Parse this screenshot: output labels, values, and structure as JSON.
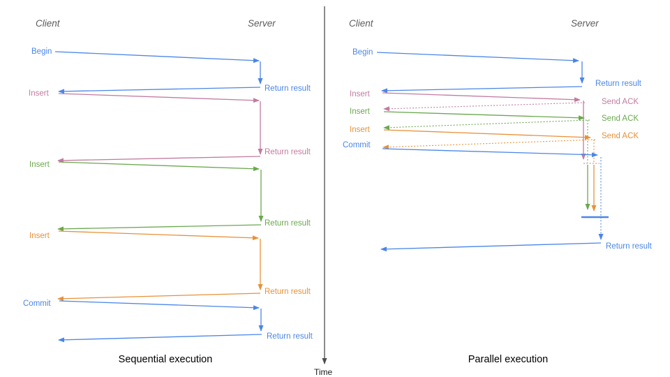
{
  "colors": {
    "blue": "#4a86e8",
    "pink": "#c27ba0",
    "green": "#6aa84f",
    "orange": "#e69138",
    "axis": "#4d4d4d",
    "axis-text": "#1a1a1a",
    "header": "#5c5c5c",
    "title": "#000000"
  },
  "time_axis": {
    "label": "Time"
  },
  "left_panel": {
    "title": "Sequential execution",
    "client_header": "Client",
    "server_header": "Server",
    "steps": [
      {
        "label": "Begin",
        "color": "blue",
        "return_label": "Return result"
      },
      {
        "label": "Insert",
        "color": "pink",
        "return_label": "Return result"
      },
      {
        "label": "Insert",
        "color": "green",
        "return_label": "Return result"
      },
      {
        "label": "Insert",
        "color": "orange",
        "return_label": "Return result"
      },
      {
        "label": "Commit",
        "color": "blue",
        "return_label": "Return result"
      }
    ]
  },
  "right_panel": {
    "title": "Parallel execution",
    "client_header": "Client",
    "server_header": "Server",
    "steps": [
      {
        "label": "Begin",
        "color": "blue",
        "response_label": "Return result"
      },
      {
        "label": "Insert",
        "color": "pink",
        "response_label": "Send ACK"
      },
      {
        "label": "Insert",
        "color": "green",
        "response_label": "Send ACK"
      },
      {
        "label": "Insert",
        "color": "orange",
        "response_label": "Send ACK"
      },
      {
        "label": "Commit",
        "color": "blue",
        "response_label": ""
      }
    ],
    "final_return_label": "Return result"
  }
}
